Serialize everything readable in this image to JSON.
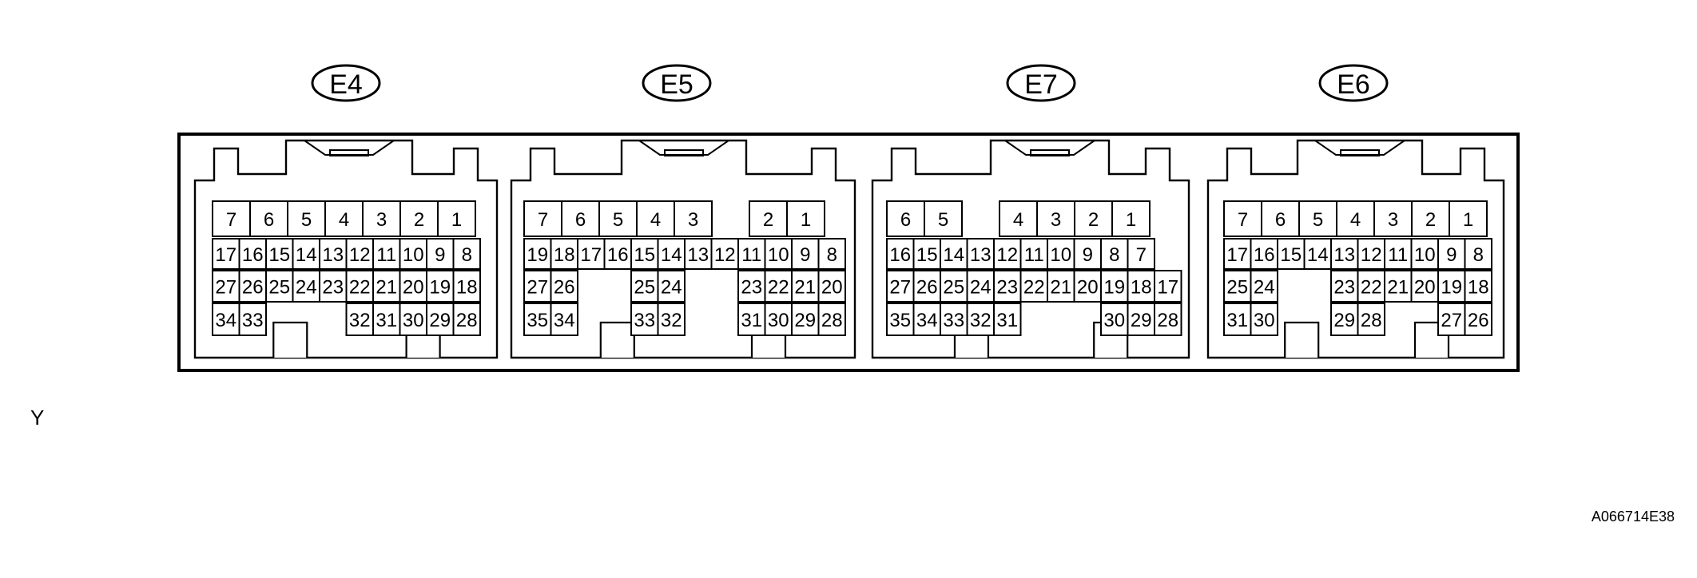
{
  "connectors": [
    {
      "label": "E4",
      "rows": [
        [
          "7",
          "6",
          "5",
          "4",
          "3",
          "2",
          "1"
        ],
        [
          "17",
          "16",
          "15",
          "14",
          "13",
          "12",
          "11",
          "10",
          "9",
          "8"
        ],
        [
          "27",
          "26",
          "25",
          "24",
          "23",
          "22",
          "21",
          "20",
          "19",
          "18"
        ],
        [
          "34",
          "33",
          "",
          "",
          "",
          "32",
          "31",
          "30",
          "29",
          "28"
        ]
      ]
    },
    {
      "label": "E5",
      "rows": [
        [
          "7",
          "6",
          "5",
          "4",
          "3",
          "",
          "2",
          "1"
        ],
        [
          "19",
          "18",
          "17",
          "16",
          "15",
          "14",
          "13",
          "12",
          "11",
          "10",
          "9",
          "8"
        ],
        [
          "27",
          "26",
          "",
          "",
          "25",
          "24",
          "",
          "",
          "23",
          "22",
          "21",
          "20"
        ],
        [
          "35",
          "34",
          "",
          "",
          "33",
          "32",
          "",
          "",
          "31",
          "30",
          "29",
          "28"
        ]
      ]
    },
    {
      "label": "E7",
      "rows": [
        [
          "6",
          "5",
          "",
          "4",
          "3",
          "2",
          "1"
        ],
        [
          "16",
          "15",
          "14",
          "13",
          "12",
          "11",
          "10",
          "9",
          "8",
          "7"
        ],
        [
          "27",
          "26",
          "25",
          "24",
          "23",
          "22",
          "21",
          "20",
          "19",
          "18",
          "17"
        ],
        [
          "35",
          "34",
          "33",
          "32",
          "31",
          "",
          "",
          "",
          "30",
          "29",
          "28"
        ]
      ]
    },
    {
      "label": "E6",
      "rows": [
        [
          "7",
          "6",
          "5",
          "4",
          "3",
          "2",
          "1"
        ],
        [
          "17",
          "16",
          "15",
          "14",
          "13",
          "12",
          "11",
          "10",
          "9",
          "8"
        ],
        [
          "25",
          "24",
          "",
          "",
          "23",
          "22",
          "21",
          "20",
          "19",
          "18"
        ],
        [
          "31",
          "30",
          "",
          "",
          "29",
          "28",
          "",
          "",
          "27",
          "26"
        ]
      ]
    }
  ],
  "side_label": "Y",
  "reference_code": "A066714E38"
}
